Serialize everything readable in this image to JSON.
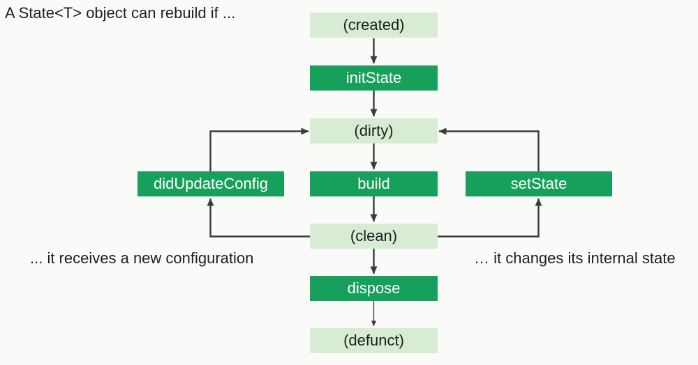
{
  "title": "A State<T> object can rebuild if ...",
  "colors": {
    "dark_green": "#17a05c",
    "light_green": "#d8ecd3",
    "arrow": "#3a3a3a",
    "background": "#fafaf9",
    "text": "#1f1f1f",
    "box_text_light": "#ffffff"
  },
  "nodes": {
    "created": "(created)",
    "initState": "initState",
    "dirty": "(dirty)",
    "build": "build",
    "clean": "(clean)",
    "dispose": "dispose",
    "defunct": "(defunct)",
    "didUpdateConfig": "didUpdateConfig",
    "setState": "setState"
  },
  "annotations": {
    "left": "... it receives a new configuration",
    "right": "… it changes its internal state"
  },
  "edges": [
    {
      "from": "created",
      "to": "initState"
    },
    {
      "from": "initState",
      "to": "dirty"
    },
    {
      "from": "dirty",
      "to": "build"
    },
    {
      "from": "build",
      "to": "clean"
    },
    {
      "from": "clean",
      "to": "dispose"
    },
    {
      "from": "dispose",
      "to": "defunct"
    },
    {
      "from": "didUpdateConfig",
      "to": "dirty"
    },
    {
      "from": "clean",
      "to": "didUpdateConfig"
    },
    {
      "from": "setState",
      "to": "dirty"
    },
    {
      "from": "clean",
      "to": "setState"
    }
  ]
}
